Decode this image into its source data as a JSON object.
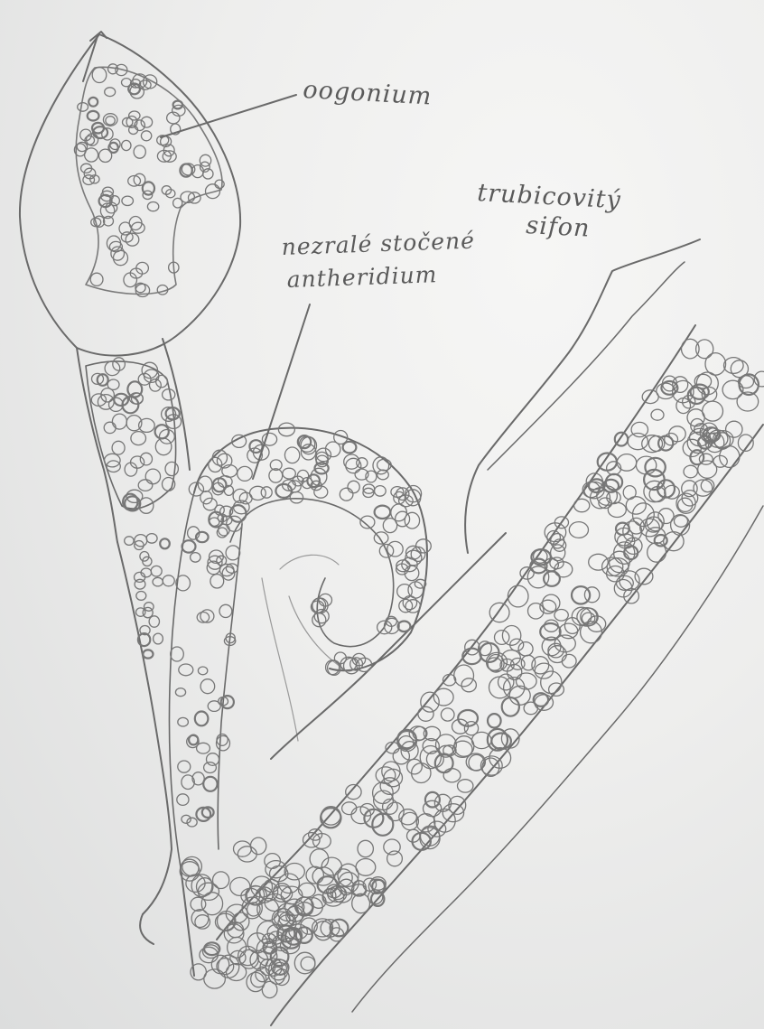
{
  "title": "",
  "labels": {
    "oogonium": "oogonium",
    "siphon_line1": "trubicovitý",
    "siphon_line2": "sifon",
    "antheridium_line1": "nezralé stočené",
    "antheridium_line2": "antheridium"
  },
  "colors": {
    "paper": "#eeeeed",
    "pencil": "#6a6a6a",
    "pencil_light": "#9a9a9a",
    "label": "#5a5a5a"
  }
}
